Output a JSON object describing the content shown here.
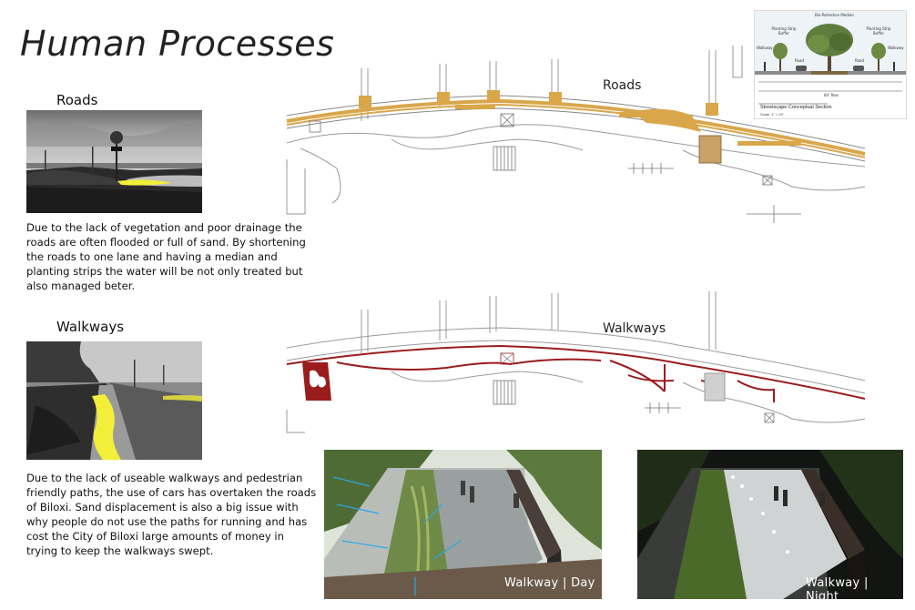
{
  "title": "Human Processes",
  "roads": {
    "heading": "Roads",
    "description": "Due to the lack of vegetation and poor drainage the roads are often flooded or full of sand. By shortening the roads to one lane and having a median and planting strips the water will be not only treated but also managed beter.",
    "map_label": "Roads"
  },
  "walkways": {
    "heading": "Walkways",
    "description": "Due to the lack of useable walkways and pedestrian friendly paths, the use of cars has overtaken the roads of Biloxi. Sand displacement is also a big issue with why people do not use the paths for running and has cost the City of Biloxi large amounts of money in trying to keep the walkways swept.",
    "map_label": "Walkways"
  },
  "section_diagram": {
    "caption": "Streetscape Conceptual Section",
    "scale": "Scale: 1\" = 10'",
    "labels": [
      "Bio-Retention Median",
      "Planting Strip Buffer",
      "Planting Strip Buffer",
      "Walkway",
      "Walkway",
      "Road",
      "Road",
      "84' Row"
    ]
  },
  "renders": {
    "day_caption": "Walkway | Day",
    "night_caption": "Walkway | Night"
  },
  "colors": {
    "roads_highlight": "#d9a64a",
    "walkway_highlight": "#9b1c1c",
    "sand_yellow": "#f2ee3a"
  }
}
